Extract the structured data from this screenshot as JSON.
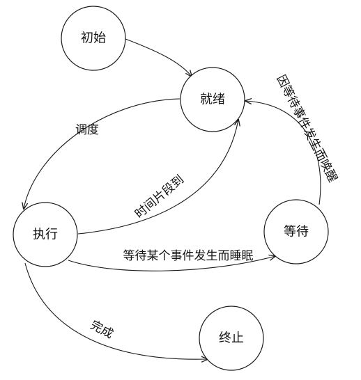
{
  "states": {
    "initial": "初始",
    "ready": "就绪",
    "running": "执行",
    "waiting": "等待",
    "terminated": "终止"
  },
  "transitions": {
    "schedule": "调度",
    "time_slice_expired": "时间片段到",
    "sleep_on_event": "等待某个事件发生而睡眠",
    "wake_on_event": "因等待事件发生而唤醒",
    "complete": "完成"
  },
  "colors": {
    "stroke": "#1a1a1a",
    "background": "#ffffff"
  }
}
